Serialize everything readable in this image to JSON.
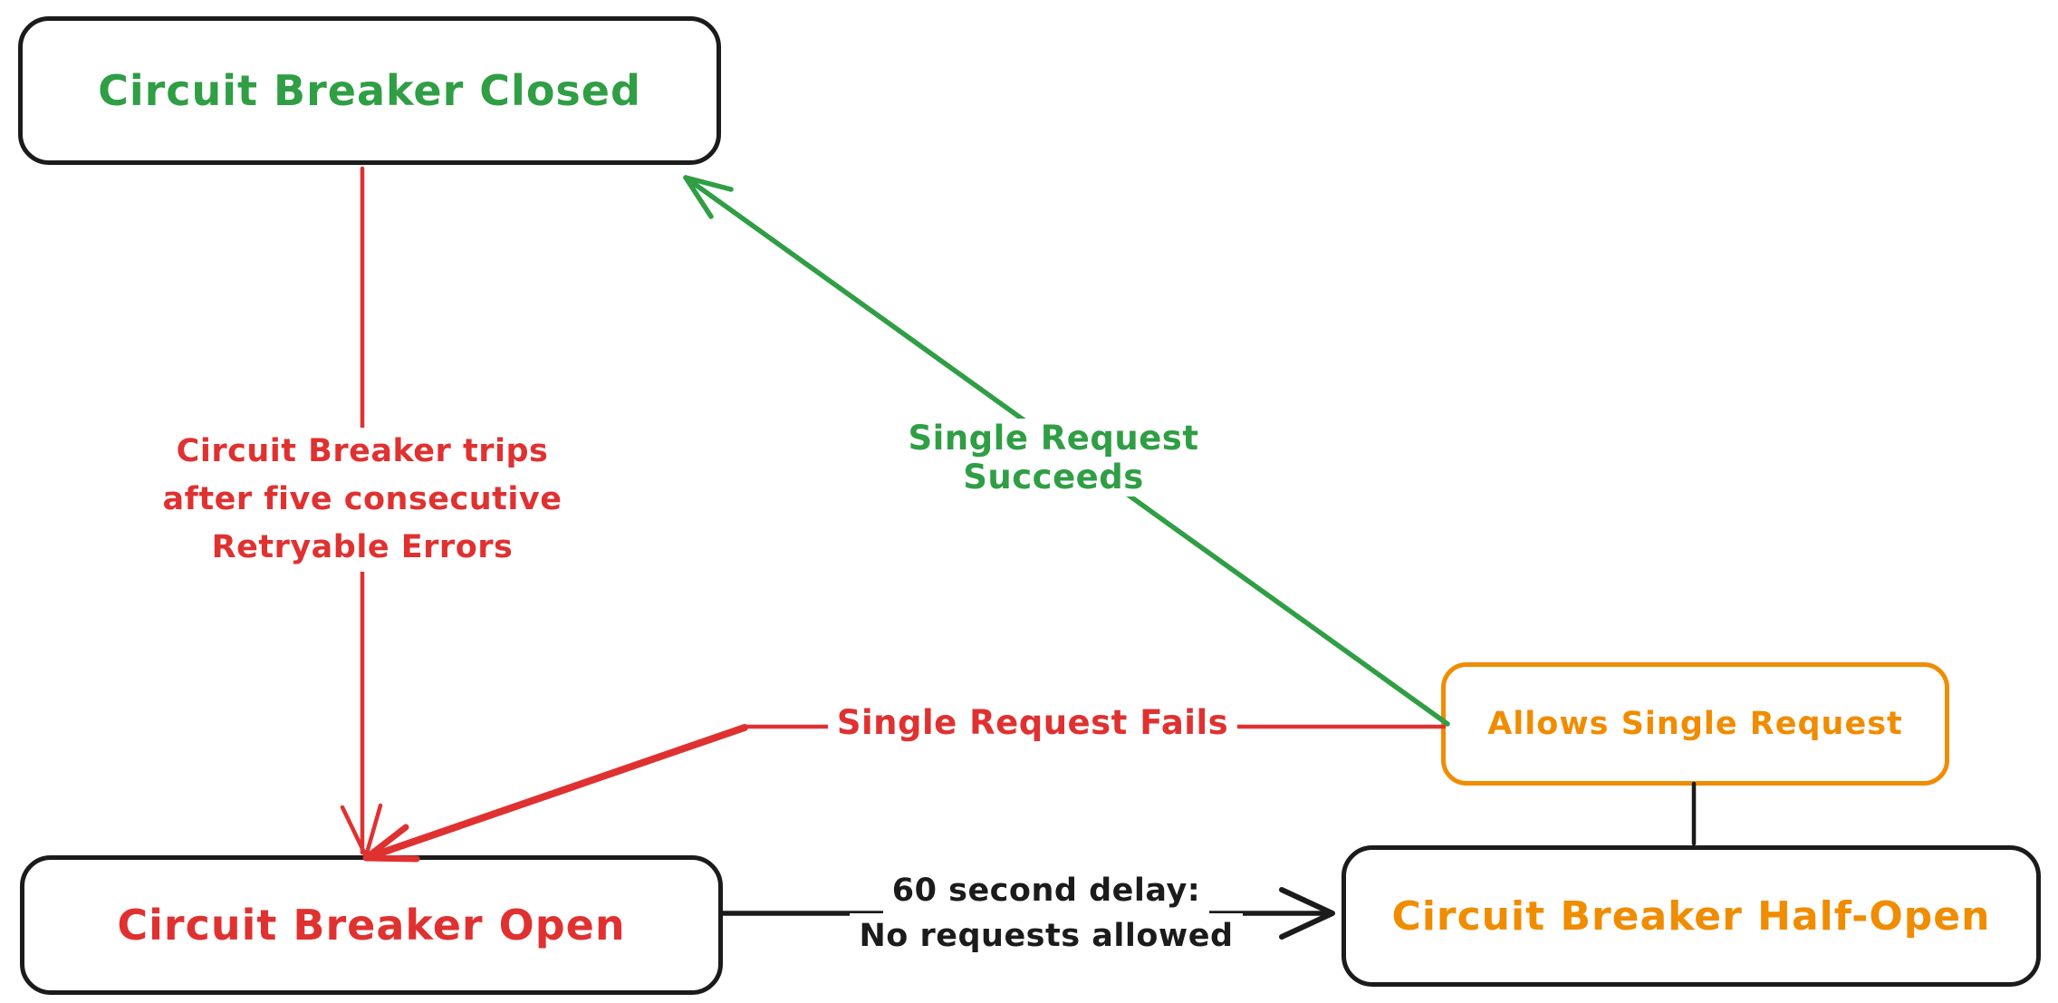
{
  "diagram": {
    "type": "state-diagram",
    "subject": "Circuit Breaker state transitions",
    "colors": {
      "green": "#2f9e44",
      "red": "#e03131",
      "orange": "#f08c00",
      "black": "#1b1b1b",
      "background": "#ffffff"
    },
    "nodes": {
      "closed": {
        "label": "Circuit Breaker Closed",
        "text_color": "#2f9e44",
        "border_color": "#1b1b1b"
      },
      "open": {
        "label": "Circuit Breaker Open",
        "text_color": "#e03131",
        "border_color": "#1b1b1b"
      },
      "halfopen": {
        "label": "Circuit Breaker Half-Open",
        "text_color": "#f08c00",
        "border_color": "#1b1b1b"
      },
      "allows": {
        "label": "Allows Single Request",
        "text_color": "#f08c00",
        "border_color": "#f08c00"
      }
    },
    "edges": {
      "trip": {
        "from": "Circuit Breaker Closed",
        "to": "Circuit Breaker Open",
        "color": "#e03131",
        "label_lines": [
          "Circuit Breaker trips",
          "after five consecutive",
          "Retryable Errors"
        ]
      },
      "succeeds": {
        "from": "Allows Single Request",
        "to": "Circuit Breaker Closed",
        "color": "#2f9e44",
        "label": "Single Request Succeeds"
      },
      "fails": {
        "from": "Allows Single Request",
        "to": "Circuit Breaker Open",
        "color": "#e03131",
        "label": "Single Request Fails"
      },
      "delay": {
        "from": "Circuit Breaker Open",
        "to": "Circuit Breaker Half-Open",
        "color": "#1b1b1b",
        "label_lines": [
          "60 second delay:",
          "No requests allowed"
        ]
      },
      "halfopen_allows": {
        "from": "Circuit Breaker Half-Open",
        "to": "Allows Single Request",
        "color": "#1b1b1b",
        "label": ""
      }
    }
  }
}
